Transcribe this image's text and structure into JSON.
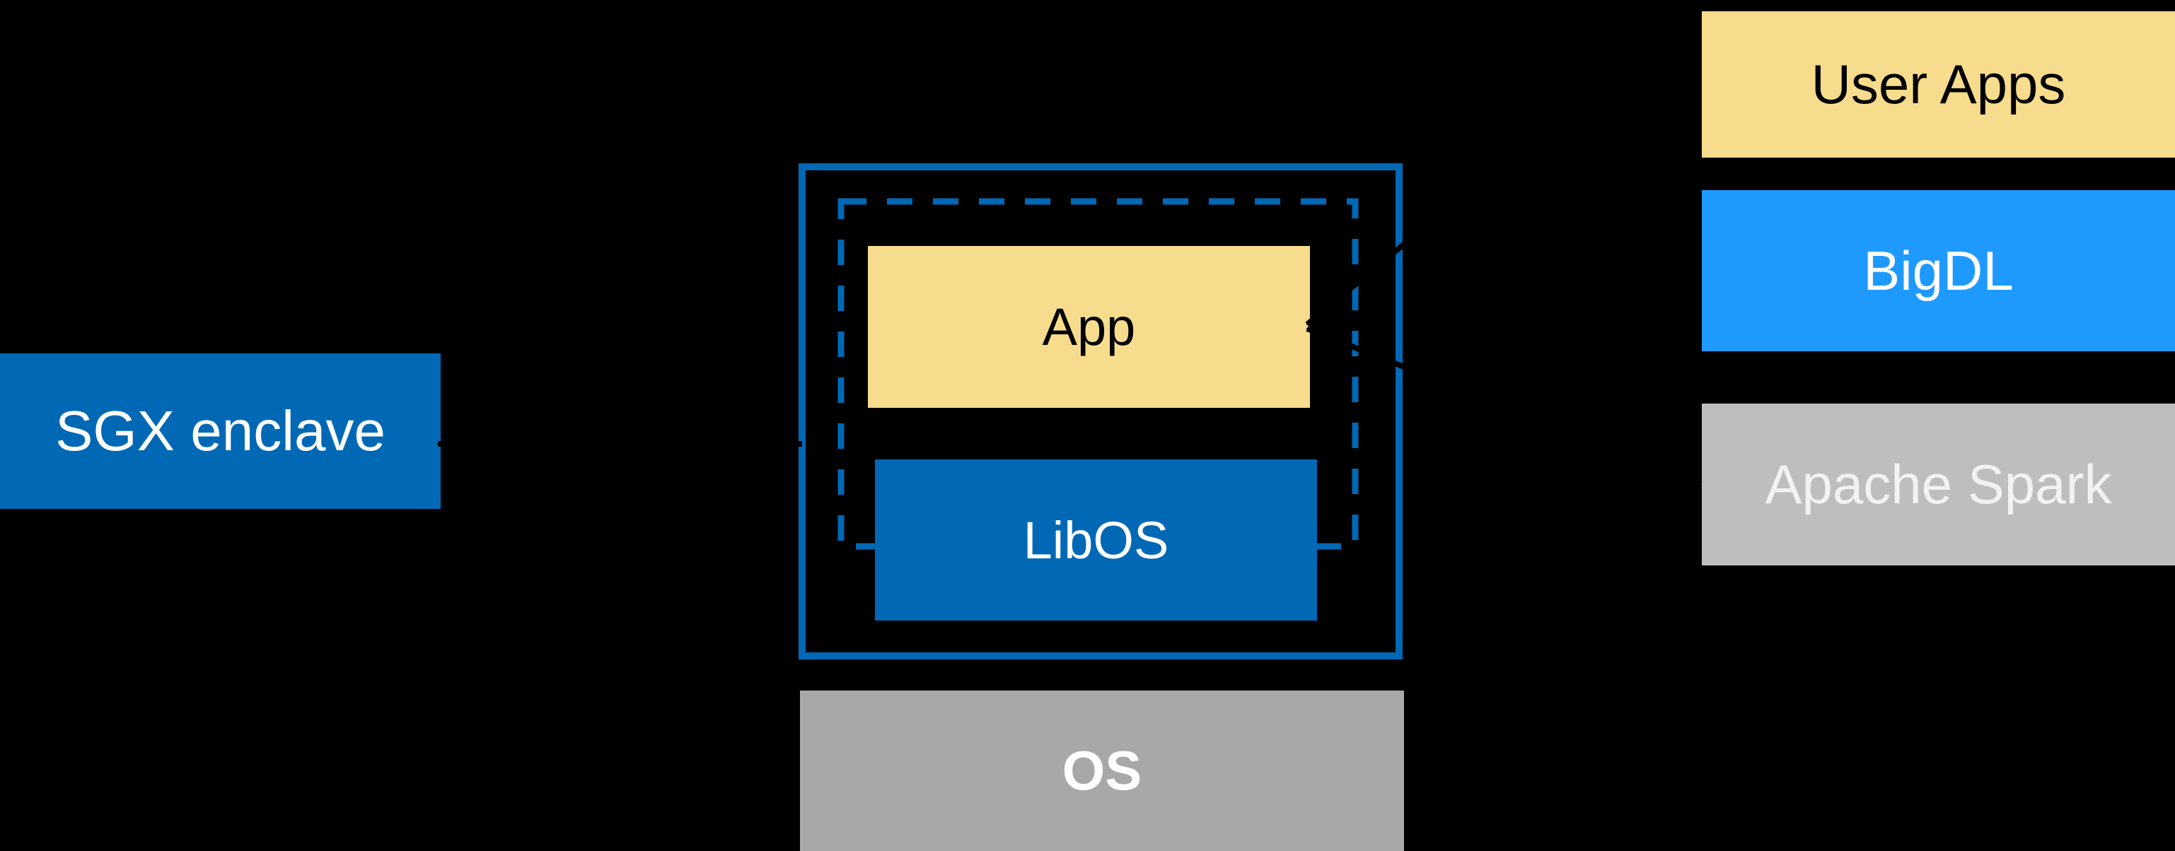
{
  "colors": {
    "background": "#000000",
    "intel-blue": "#0068B5",
    "bright-blue": "#1E9AFF",
    "yellow": "#F6DC8C",
    "gray-light": "#BEBEBE",
    "gray-os": "#A8A8A8",
    "arrow-black": "#000000",
    "text-white": "#FFFFFF",
    "text-black": "#000000",
    "text-spark": "#F2F2F2"
  },
  "diagram": {
    "sgx_label": "SGX enclave",
    "enclave": {
      "app_label": "App",
      "libos_label": "LibOS"
    },
    "os_label": "OS",
    "stack": [
      {
        "label": "User Apps"
      },
      {
        "label": "BigDL"
      },
      {
        "label": "Apache Spark"
      }
    ]
  }
}
